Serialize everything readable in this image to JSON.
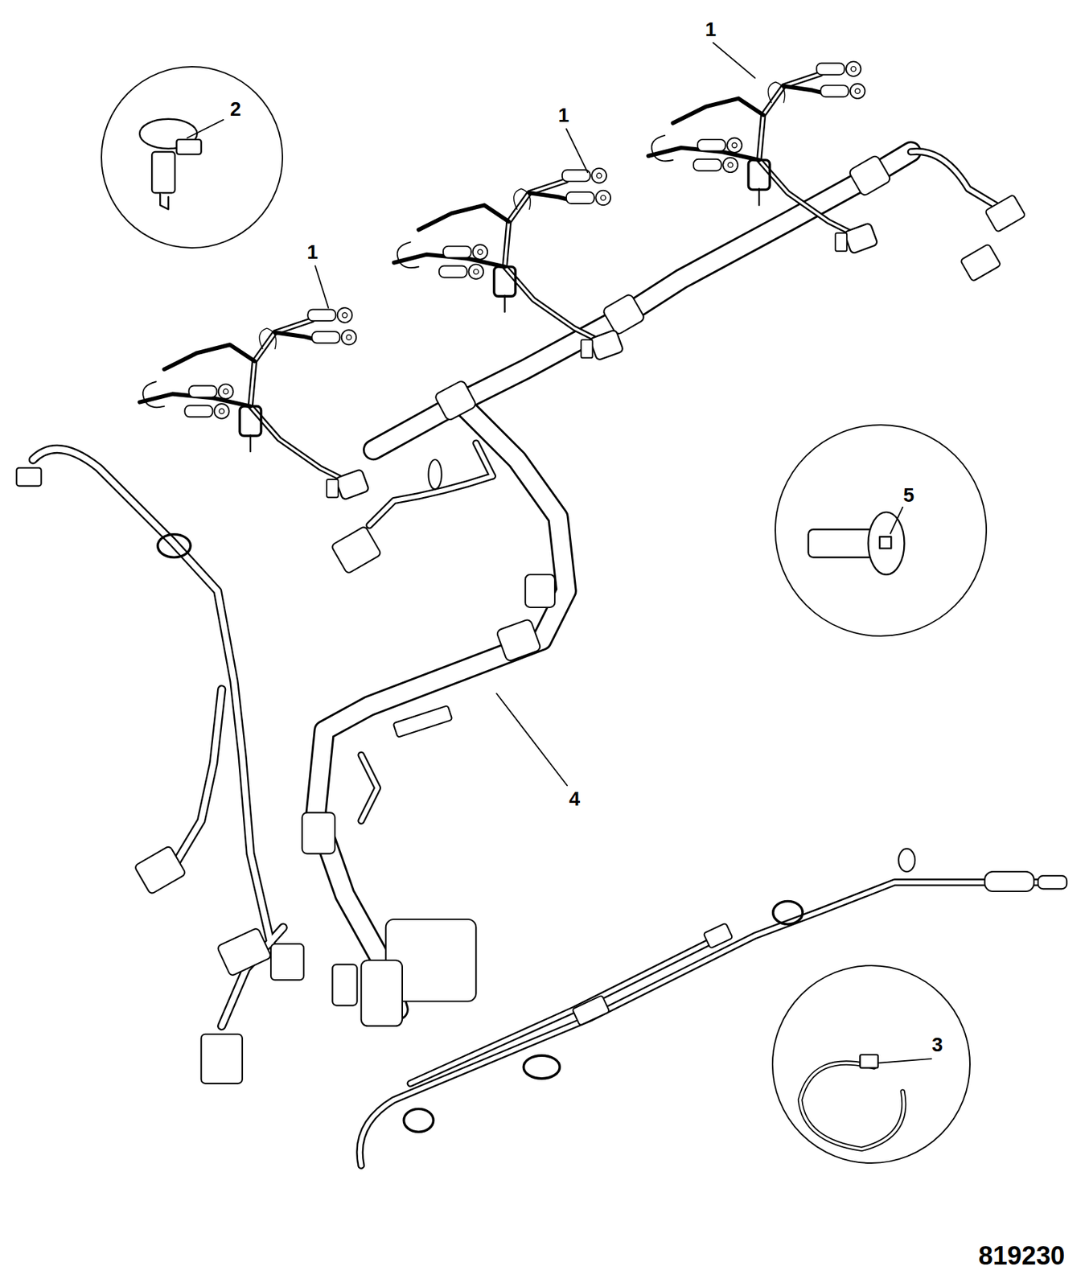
{
  "diagram": {
    "nodes": [
      {
        "text": [
          "2"
        ]
      },
      {
        "text": [
          "5"
        ]
      },
      {
        "text": [
          "3"
        ]
      }
    ],
    "labels": [
      "1",
      "1",
      "1",
      "4",
      "819230"
    ]
  }
}
